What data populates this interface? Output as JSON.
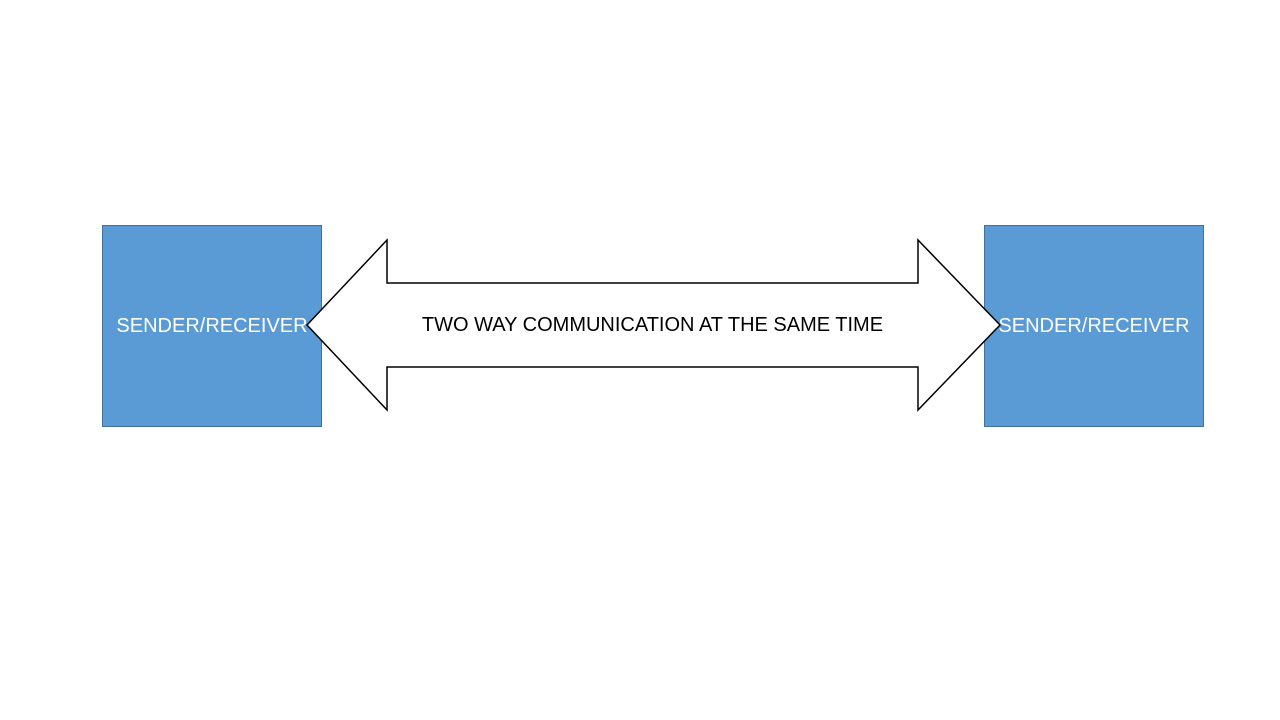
{
  "diagram": {
    "type": "two-way-communication",
    "left_box": {
      "label": "SENDER/RECEIVER"
    },
    "right_box": {
      "label": "SENDER/RECEIVER"
    },
    "arrow": {
      "label": "TWO WAY COMMUNICATION AT THE SAME TIME",
      "shape": "double-headed-block-arrow",
      "direction": "horizontal-both"
    },
    "colors": {
      "background": "#FFFFFF",
      "box_fill": "#5B9BD5",
      "box_border": "#41719C",
      "box_text": "#FFFFFF",
      "arrow_fill": "#FFFFFF",
      "arrow_outline": "#000000",
      "arrow_text": "#000000"
    }
  }
}
